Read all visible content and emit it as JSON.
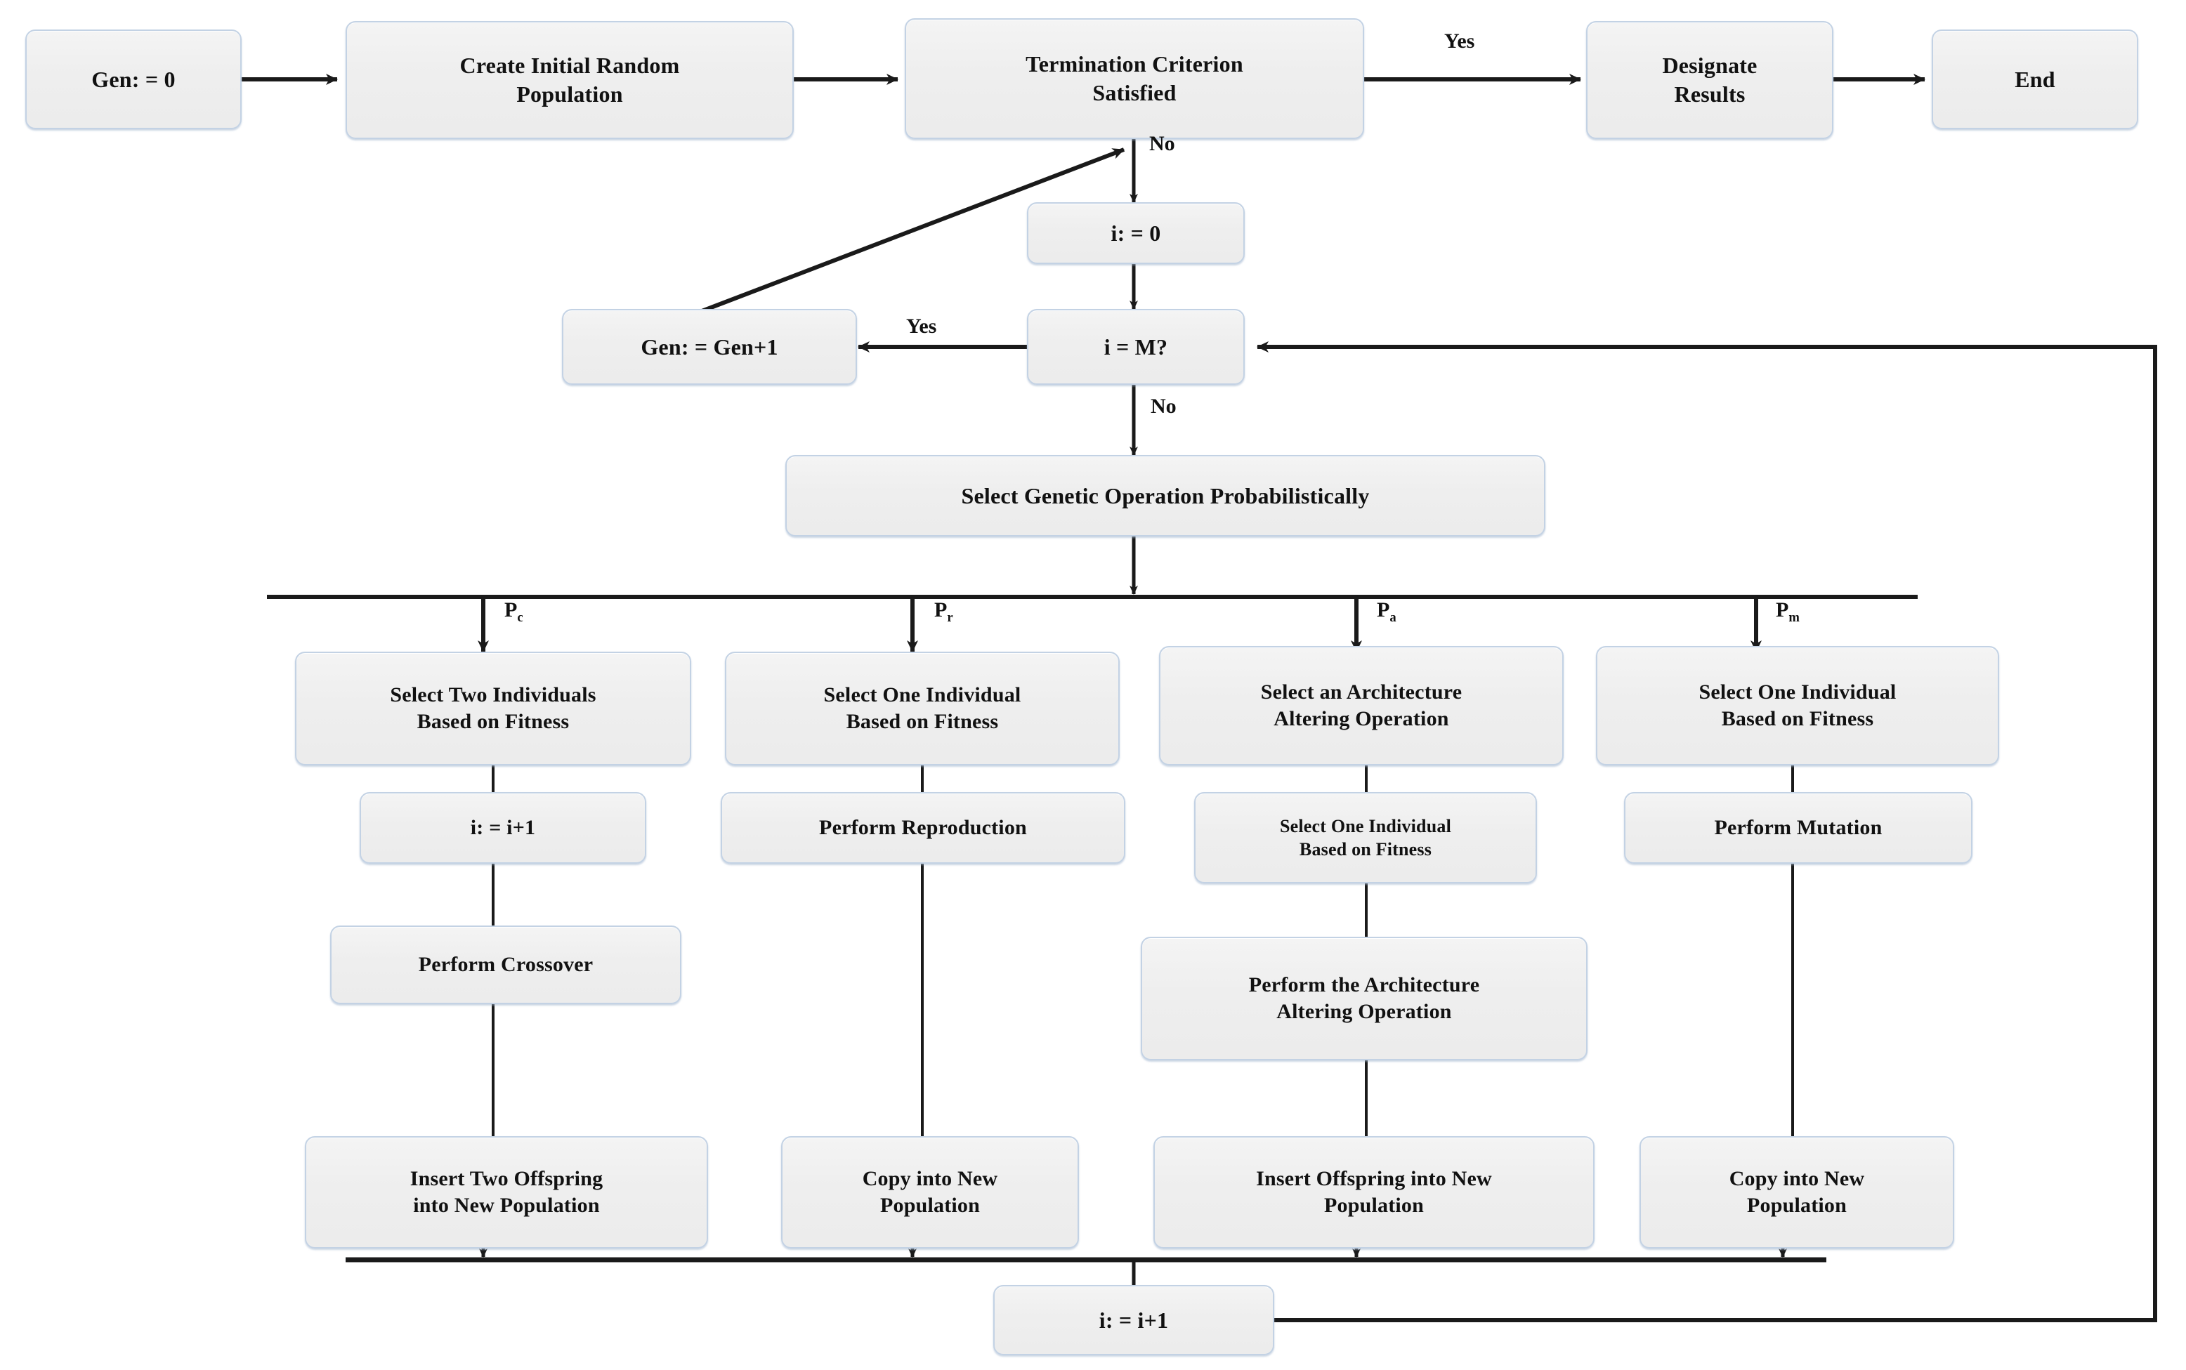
{
  "diagram": {
    "title": "Genetic Programming Flowchart",
    "colors": {
      "node_fill": "#eeeeee",
      "node_border": "#c3d2e4",
      "connector": "#1a1a1a",
      "background": "#ffffff"
    },
    "nodes": [
      {
        "id": "gen-init",
        "label": "Gen: = 0"
      },
      {
        "id": "create-population",
        "label": "Create Initial Random\nPopulation"
      },
      {
        "id": "termination",
        "label": "Termination  Criterion\nSatisfied"
      },
      {
        "id": "designate-results",
        "label": "Designate\nResults"
      },
      {
        "id": "end",
        "label": "End"
      },
      {
        "id": "i-init",
        "label": "i: = 0"
      },
      {
        "id": "gen-increment",
        "label": "Gen: = Gen+1"
      },
      {
        "id": "i-equals-m",
        "label": "i = M?"
      },
      {
        "id": "select-operation",
        "label": "Select Genetic Operation Probabilistically"
      },
      {
        "id": "select-two",
        "label": "Select Two Individuals\nBased on Fitness"
      },
      {
        "id": "select-one-repro",
        "label": "Select One Individual\nBased on Fitness"
      },
      {
        "id": "select-architecture",
        "label": "Select an Architecture\nAltering Operation"
      },
      {
        "id": "select-one-mut",
        "label": "Select One Individual\nBased on Fitness"
      },
      {
        "id": "i-increment-cross",
        "label": "i: = i+1"
      },
      {
        "id": "perform-reproduction",
        "label": "Perform Reproduction"
      },
      {
        "id": "select-one-arch",
        "label": "Select One Individual\nBased on Fitness"
      },
      {
        "id": "perform-mutation",
        "label": "Perform  Mutation"
      },
      {
        "id": "perform-crossover",
        "label": "Perform  Crossover"
      },
      {
        "id": "perform-architecture",
        "label": "Perform the Architecture\nAltering Operation"
      },
      {
        "id": "insert-two",
        "label": "Insert Two Offspring\ninto New Population"
      },
      {
        "id": "copy-new-repro",
        "label": "Copy into New\nPopulation"
      },
      {
        "id": "insert-offspring",
        "label": "Insert Offspring into New\nPopulation"
      },
      {
        "id": "copy-new-mut",
        "label": "Copy into New\nPopulation"
      },
      {
        "id": "i-increment-bottom",
        "label": "i: = i+1"
      }
    ],
    "edge_labels": {
      "yes_termination": "Yes",
      "no_termination": "No",
      "yes_i_equals_m": "Yes",
      "no_i_equals_m": "No",
      "pc": "P",
      "pc_sub": "c",
      "pr": "P",
      "pr_sub": "r",
      "pa": "P",
      "pa_sub": "a",
      "pm": "P",
      "pm_sub": "m"
    }
  }
}
